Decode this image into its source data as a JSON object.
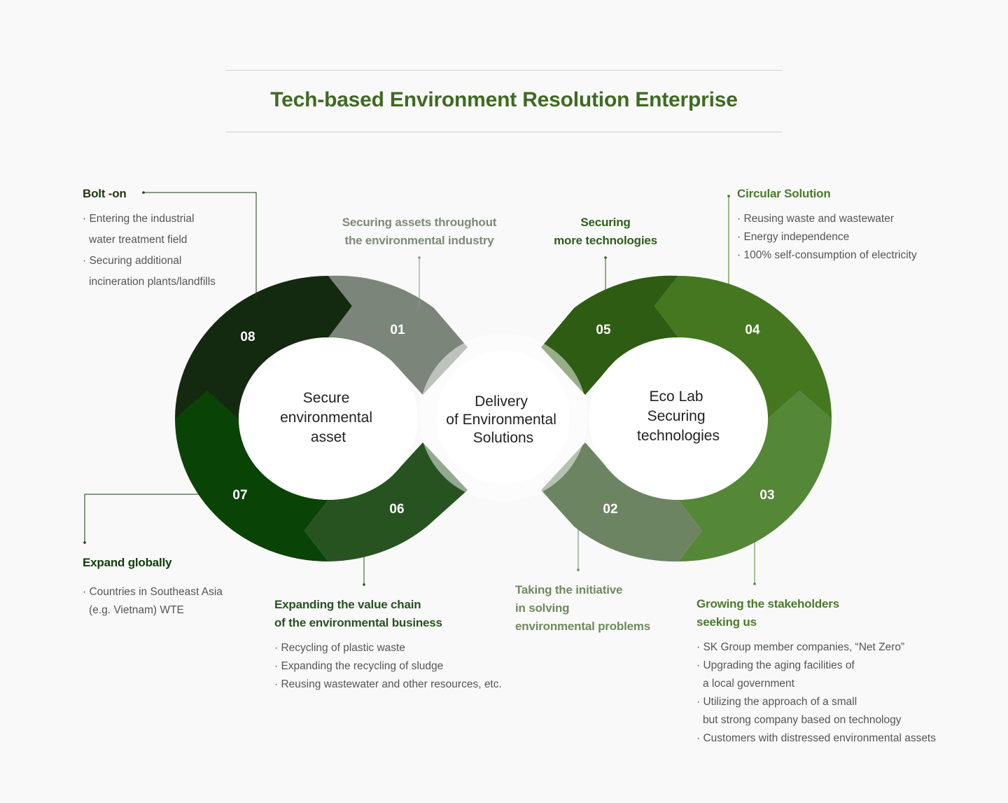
{
  "title": "Tech-based Environment Resolution Enterprise",
  "center": {
    "left": [
      "Secure",
      "environmental",
      "asset"
    ],
    "middle": [
      "Delivery",
      "of Environmental",
      "Solutions"
    ],
    "right": [
      "Eco Lab",
      "Securing",
      "technologies"
    ]
  },
  "steps": [
    {
      "num": "01",
      "color": "#7c857a"
    },
    {
      "num": "02",
      "color": "#6d8463"
    },
    {
      "num": "03",
      "color": "#548736"
    },
    {
      "num": "04",
      "color": "#44771f"
    },
    {
      "num": "05",
      "color": "#2e5c12"
    },
    {
      "num": "06",
      "color": "#265320"
    },
    {
      "num": "07",
      "color": "#0a4306"
    },
    {
      "num": "08",
      "color": "#142a10"
    }
  ],
  "blocks": {
    "bolt": {
      "head": "Bolt -on",
      "items": [
        "Entering the industrial\nwater treatment field",
        "Securing additional\nincineration plants/landfills"
      ]
    },
    "assets": {
      "head": "Securing assets throughout\nthe environmental industry"
    },
    "tech": {
      "head": "Securing\nmore technologies"
    },
    "circular": {
      "head": "Circular Solution",
      "items": [
        "Reusing waste and wastewater",
        "Energy independence",
        "100% self-consumption of electricity"
      ]
    },
    "expand": {
      "head": "Expand globally",
      "items": [
        "Countries in Southeast Asia\n(e.g. Vietnam) WTE"
      ]
    },
    "value": {
      "head": "Expanding the value chain\nof the environmental business",
      "items": [
        "Recycling of plastic waste",
        "Expanding the recycling of sludge",
        "Reusing wastewater and other resources, etc."
      ]
    },
    "initiative": {
      "head": "Taking the initiative\nin solving\nenvironmental problems"
    },
    "stake": {
      "head": "Growing the stakeholders\nseeking us",
      "items": [
        "SK Group member companies, “Net Zero”",
        "Upgrading the aging facilities of\na local government",
        "Utilizing the approach of a small\nbut strong company based on technology",
        "Customers with distressed environmental assets"
      ]
    }
  }
}
